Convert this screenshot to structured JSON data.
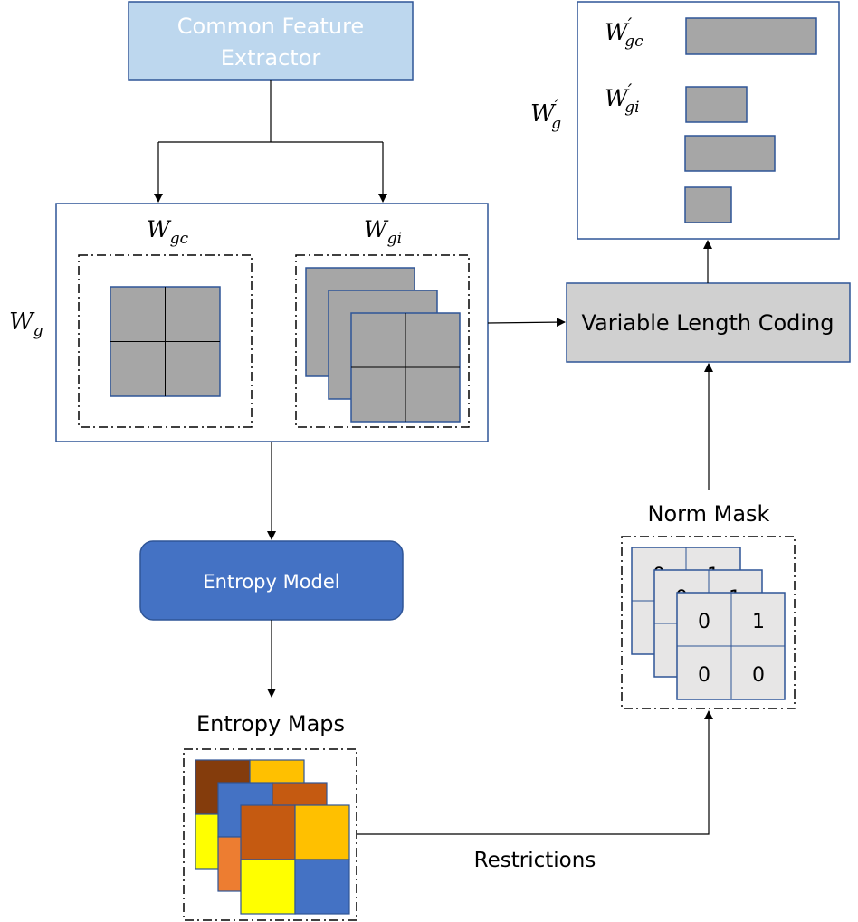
{
  "nodes": {
    "common_feature_extractor": {
      "line1": "Common Feature",
      "line2": "Extractor"
    },
    "entropy_model": {
      "label": "Entropy Model"
    },
    "variable_length_coding": {
      "label": "Variable Length Coding"
    },
    "entropy_maps": {
      "label": "Entropy Maps"
    },
    "norm_mask": {
      "label": "Norm Mask",
      "values": [
        "0",
        "1",
        "0",
        "0"
      ],
      "back_values": [
        "0",
        "1",
        "0",
        "1"
      ]
    }
  },
  "math": {
    "wg": "W",
    "wg_sub": "g",
    "wgc": "W",
    "wgc_sub": "gc",
    "wgi": "W",
    "wgi_sub": "gi",
    "wg_prime": "W",
    "wg_prime_sub": "g",
    "wg_prime_mark": "′",
    "wgc_prime": "W",
    "wgc_prime_sub": "gc",
    "wgc_prime_mark": "′",
    "wgi_prime": "W",
    "wgi_prime_sub": "gi",
    "wgi_prime_mark": "′"
  },
  "edges": {
    "restrictions": "Restrictions"
  },
  "colors": {
    "extractor_fill": "#bdd7ee",
    "extractor_text": "#ffffff",
    "entropy_model_fill": "#4472c4",
    "vlc_fill": "#d0d0d0",
    "weight_fill": "#a6a6a6",
    "border_blue": "#2f5597",
    "mask_fill": "#e7e6e6",
    "map_brown": "#843c0c",
    "map_gold": "#ffc000",
    "map_yellow": "#ffff00",
    "map_blue": "#4472c4",
    "map_orange": "#c55a11",
    "map_light_orange": "#ed7d31"
  }
}
